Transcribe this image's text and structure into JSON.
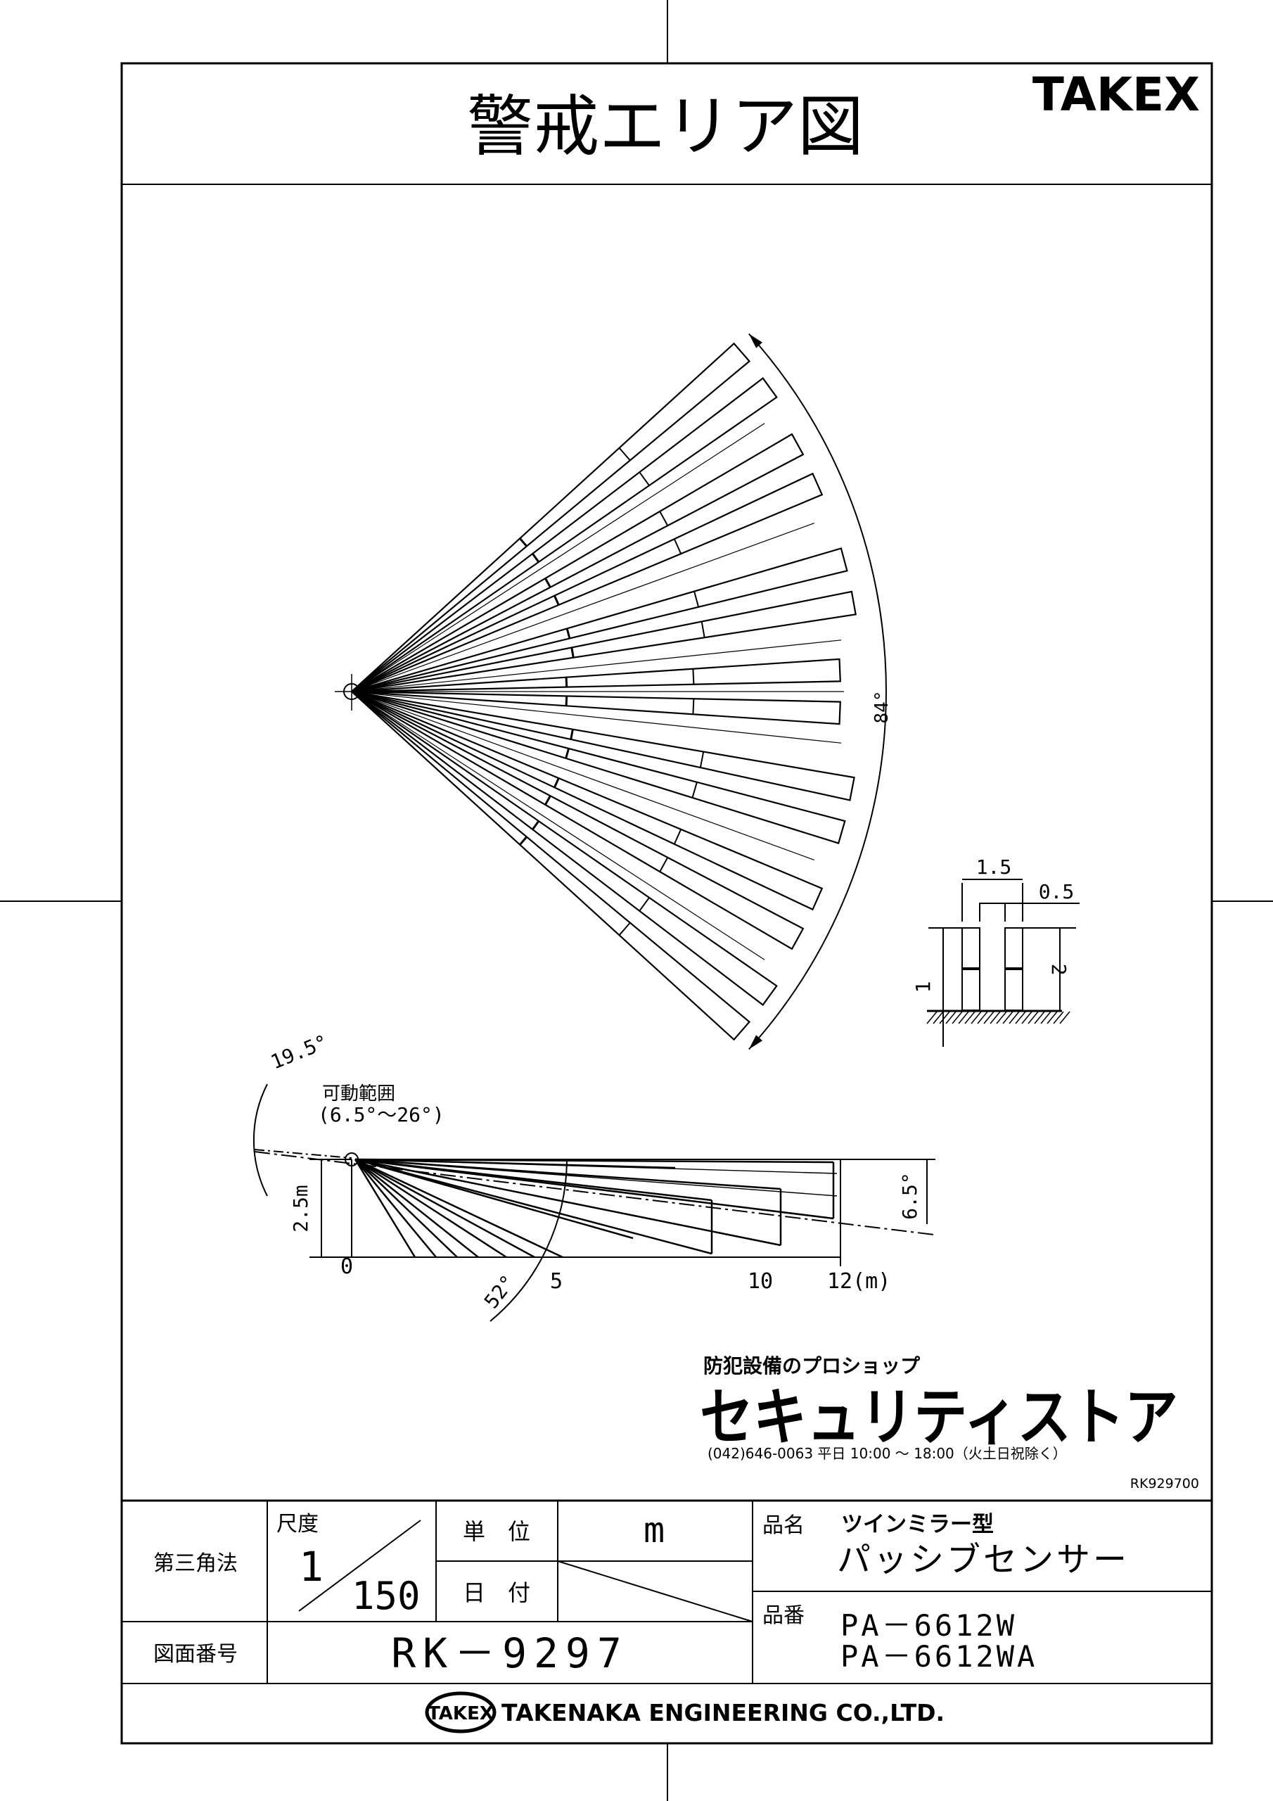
{
  "title": "警戒エリア図",
  "brand": "TAKEX",
  "plan_view": {
    "angle_label": "84°"
  },
  "target": {
    "width_label": "1.5",
    "gap_label": "0.5",
    "height_left_label": "1",
    "height_right_label": "2"
  },
  "side_view": {
    "tilt_label": "19.5°",
    "range_title": "可動範囲",
    "range_value": "(6.5°～26°)",
    "height_label": "2.5m",
    "down_angle_label": "52°",
    "spread_label": "6.5°",
    "x_ticks": [
      "0",
      "5",
      "10",
      "12(m)"
    ]
  },
  "shop": {
    "tagline": "防犯設備のプロショップ",
    "name": "セキュリティストア",
    "contact": "(042)646-0063 平日 10:00 ～ 18:00（火土日祝除く）"
  },
  "doc_code": "RK929700",
  "title_block": {
    "projection": "第三角法",
    "scale_label": "尺度",
    "scale_num": "1",
    "scale_den": "150",
    "unit_label": "単　位",
    "unit_value": "m",
    "date_label": "日　付",
    "drawing_no_label": "図面番号",
    "drawing_no": "RK－9297",
    "product_name_label": "品名",
    "product_type": "ツインミラー型",
    "product_name": "パッシブセンサー",
    "model_label": "品番",
    "model_1": "PA－6612W",
    "model_2": "PA－6612WA"
  },
  "footer": {
    "badge": "TAKEX",
    "company": "TAKENAKA ENGINEERING CO.,LTD."
  }
}
